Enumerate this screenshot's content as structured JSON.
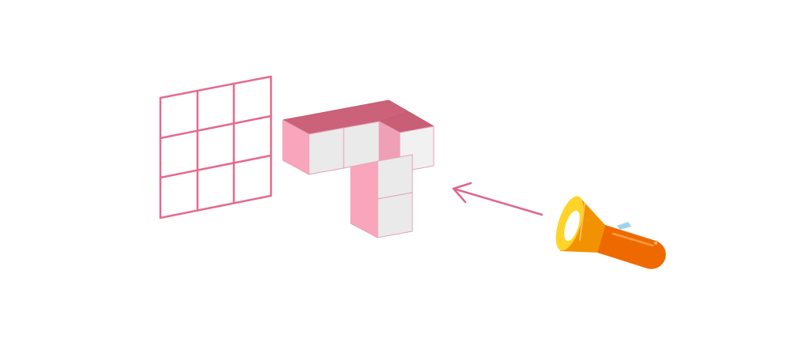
{
  "scene": {
    "description_items": [
      "projection-screen-grid",
      "t-shaped-cube-solid",
      "light-direction-arrow",
      "flashlight"
    ],
    "screen": {
      "rows": 3,
      "cols": 3
    },
    "solid": {
      "cube_count": 5
    },
    "colors": {
      "grid_line": "#E46A8E",
      "arrow": "#E0668C",
      "cube_top": "#CC6279",
      "cube_top_alt": "#C85F77",
      "cube_left": "#F9A6BC",
      "cube_left_alt": "#F0A0B6",
      "cube_front": "#EAEAEA",
      "cube_front_alt": "#F1F1F1",
      "cube_edge": "#E7A0B4",
      "flashlight_lens": "#FFD42A",
      "flashlight_neck": "#F39200",
      "flashlight_body": "#EE6A00",
      "flashlight_switch": "#9DD3F0",
      "flashlight_inner": "#FFFFFF"
    }
  }
}
